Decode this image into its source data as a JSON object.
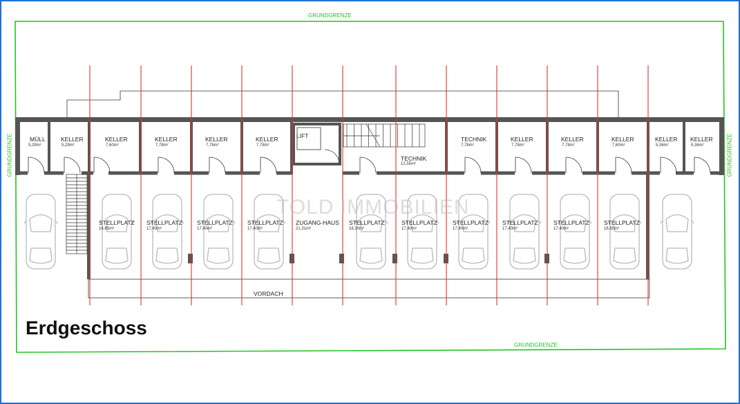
{
  "title": "Erdgeschoss",
  "watermark": "TOLD IMMOBILIEN",
  "boundary": {
    "top": "GRUNDGRENZE",
    "bottom": "GRUNDGRENZE",
    "left": "GRUNDGRENZE",
    "right": "GRUNDGRENZE"
  },
  "canopy_label": "VORDACH",
  "lift_label": "LIFT",
  "storage_rooms": [
    {
      "name": "MÜLL",
      "area": "5,29m²"
    },
    {
      "name": "KELLER",
      "area": "5,29m²"
    },
    {
      "name": "KELLER",
      "area": "7,60m²"
    },
    {
      "name": "KELLER",
      "area": "7,78m²"
    },
    {
      "name": "KELLER",
      "area": "7,78m²"
    },
    {
      "name": "KELLER",
      "area": "7,78m²"
    },
    {
      "name": "TECHNIK",
      "area": "12,55m²"
    },
    {
      "name": "TECHNIK",
      "area": "7,78m²"
    },
    {
      "name": "KELLER",
      "area": "7,78m²"
    },
    {
      "name": "KELLER",
      "area": "7,78m²"
    },
    {
      "name": "KELLER",
      "area": "7,60m²"
    },
    {
      "name": "KELLER",
      "area": "5,36m²"
    },
    {
      "name": "KELLER",
      "area": "5,36m²"
    }
  ],
  "parking": [
    {
      "name": "STELLPLATZ",
      "area": "16,65m²"
    },
    {
      "name": "STELLPLATZ",
      "area": "17,40m²"
    },
    {
      "name": "STELLPLATZ",
      "area": "17,40m²"
    },
    {
      "name": "STELLPLATZ",
      "area": "17,40m²"
    },
    {
      "name": "ZUGANG-HAUS",
      "area": "21,31m²"
    },
    {
      "name": "STELLPLATZ",
      "area": "18,30m²"
    },
    {
      "name": "STELLPLATZ",
      "area": "17,40m²"
    },
    {
      "name": "STELLPLATZ",
      "area": "17,40m²"
    },
    {
      "name": "STELLPLATZ",
      "area": "17,40m²"
    },
    {
      "name": "STELLPLATZ",
      "area": "17,40m²"
    },
    {
      "name": "STELLPLATZ",
      "area": "16,65m²"
    }
  ],
  "colors": {
    "boundary": "#22c422",
    "frame": "#1f6fd6",
    "wall": "#555555",
    "grid_line": "#e03030",
    "car": "#b9b9b9"
  }
}
